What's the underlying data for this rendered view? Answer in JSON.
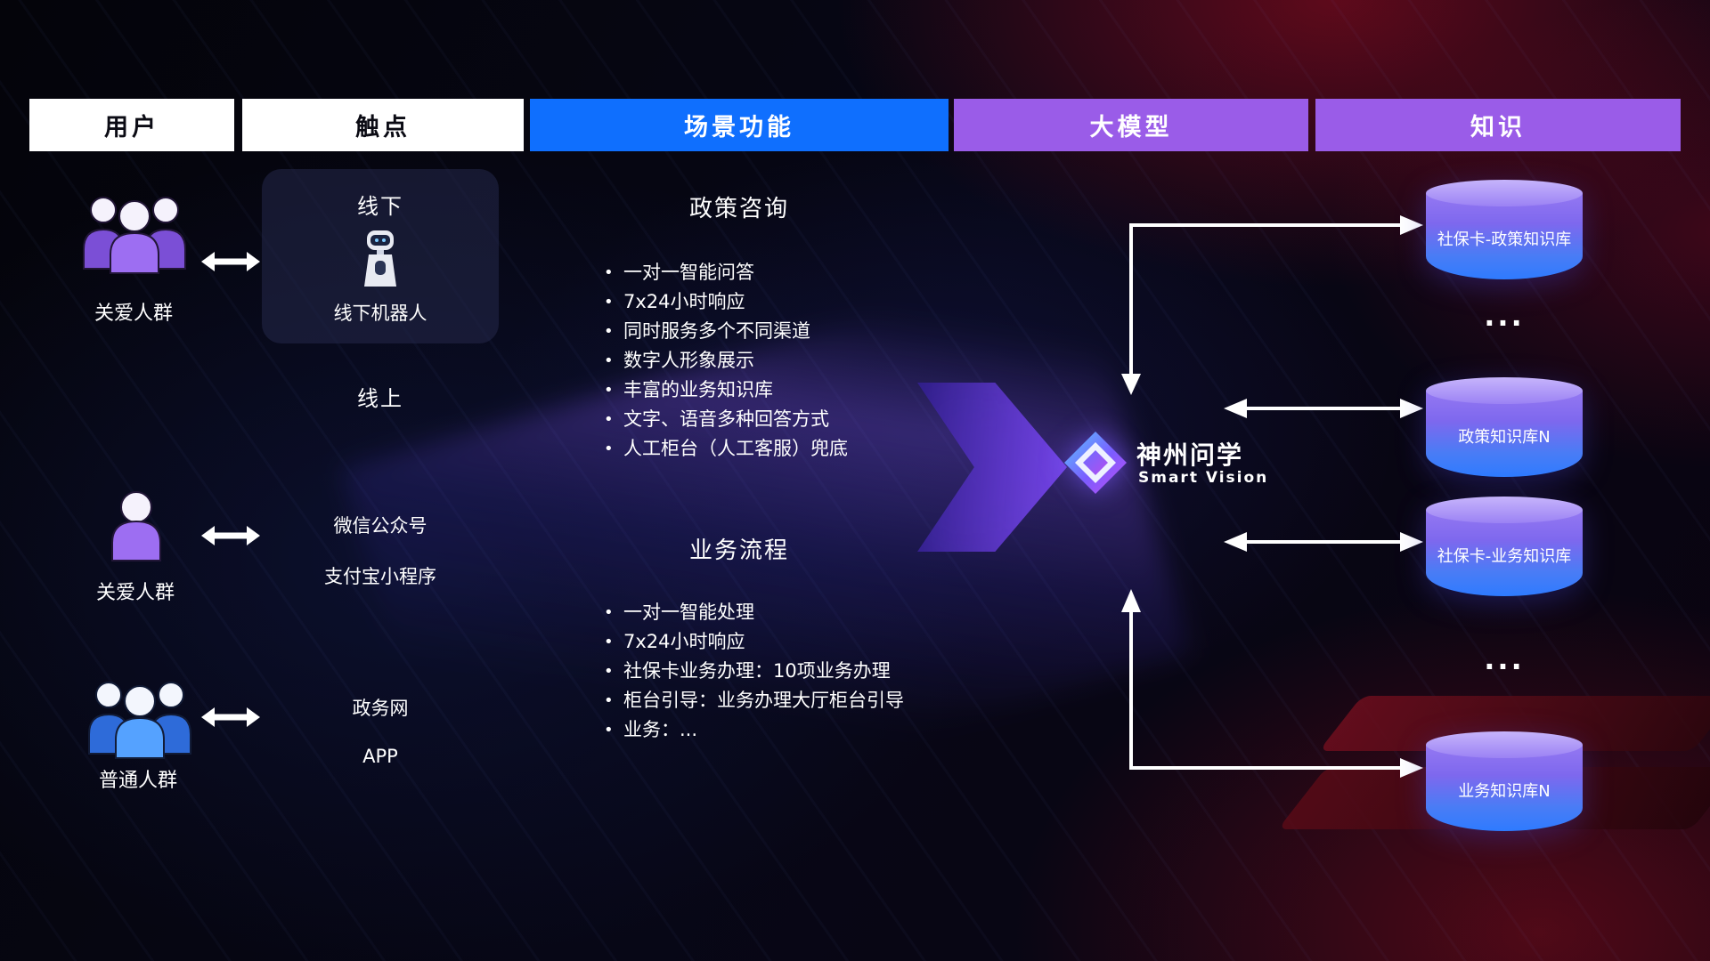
{
  "header": {
    "users": "用户",
    "touchpoints": "触点",
    "functions": "场景功能",
    "model": "大模型",
    "knowledge": "知识"
  },
  "colors": {
    "header_blue": "#0f6ffe",
    "header_purple": "#9a5ce8",
    "accent_purple": "#9d6ef2",
    "accent_blue": "#55a2ff",
    "cylinder_top": "#c6b4fb",
    "cylinder_bottom": "#2e7bff",
    "arrow_white": "#ffffff",
    "background_red_glow": "#a00c20"
  },
  "icons": {
    "people_group": "group-of-people-icon",
    "person": "single-person-icon",
    "bidirectional_arrow": "left-right-arrow-icon",
    "robot": "service-robot-icon",
    "brand_logo": "diamond-logo-icon",
    "database": "cylinder-database-icon"
  },
  "users": {
    "group1": {
      "label": "关爱人群"
    },
    "group2": {
      "label": "关爱人群"
    },
    "group3": {
      "label": "普通人群"
    }
  },
  "touchpoints": {
    "offline_title": "线下",
    "offline_robot_label": "线下机器人",
    "online_title": "线上",
    "channels": [
      "微信公众号",
      "支付宝小程序",
      "政务网",
      "APP"
    ]
  },
  "functions": {
    "policy": {
      "title": "政策咨询",
      "items": [
        "一对一智能问答",
        "7x24小时响应",
        "同时服务多个不同渠道",
        "数字人形象展示",
        "丰富的业务知识库",
        "文字、语音多种回答方式",
        "人工柜台（人工客服）兜底"
      ]
    },
    "business": {
      "title": "业务流程",
      "items": [
        "一对一智能处理",
        "7x24小时响应",
        "社保卡业务办理：10项业务办理",
        "柜台引导：业务办理大厅柜台引导",
        "业务：..."
      ]
    }
  },
  "brand": {
    "name": "神州问学",
    "subtitle": "Smart Vision"
  },
  "knowledge": {
    "databases": [
      {
        "label": "社保卡-政策知识库"
      },
      {
        "label": "政策知识库N"
      },
      {
        "label": "社保卡-业务知识库"
      },
      {
        "label": "业务知识库N"
      }
    ],
    "ellipsis": "..."
  }
}
